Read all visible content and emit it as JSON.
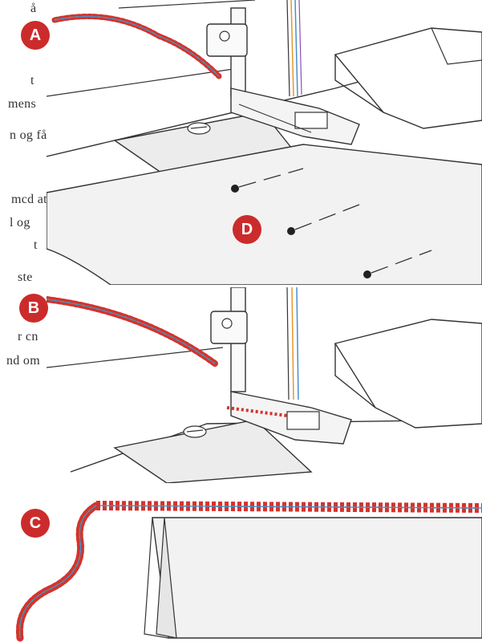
{
  "colors": {
    "badge": "#cc2b2b",
    "cord_red": "#d6322c",
    "cord_orange": "#e8962e",
    "cord_blue": "#4a8fd0",
    "cord_green": "#3aa34a",
    "cord_purple": "#8a4fb5",
    "line_art": "#333333",
    "fabric": "#f2f2f2"
  },
  "badges": {
    "a": "A",
    "b": "B",
    "c": "C",
    "d": "D"
  },
  "side_text": [
    "å",
    "t",
    "mens",
    "n  og  få",
    "mcd  at",
    "l  og",
    "t",
    "ste",
    "r  cn",
    "nd  om"
  ],
  "icons": [
    "presser-foot-icon",
    "needle-icon",
    "pin-icon",
    "gimp-cord-icon"
  ]
}
